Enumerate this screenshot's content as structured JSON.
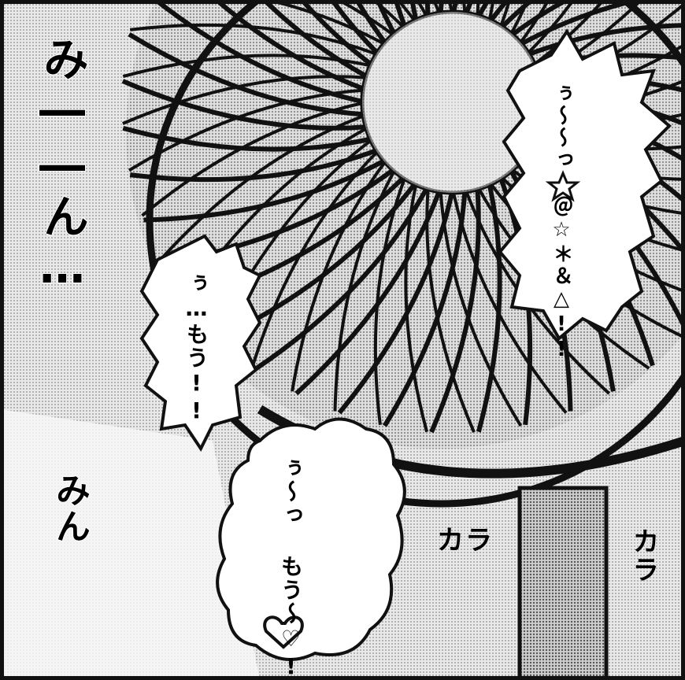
{
  "sfx": {
    "mi_n_long": "み――ん…",
    "mi_n_short": "みん",
    "kara_1": "カラ",
    "kara_2": "カラ"
  },
  "bubbles": {
    "right": "ぅ〜〜っ ＠☆＊＆△!!",
    "left": "ぅ…もう!!",
    "bottom": "ぅ〜っ もう〜♡!!"
  },
  "colors": {
    "ink": "#000000",
    "paper": "#ffffff",
    "screentone": "#bdbdbd"
  },
  "icons": [
    "fan-icon",
    "heart-icon",
    "star-icon"
  ]
}
